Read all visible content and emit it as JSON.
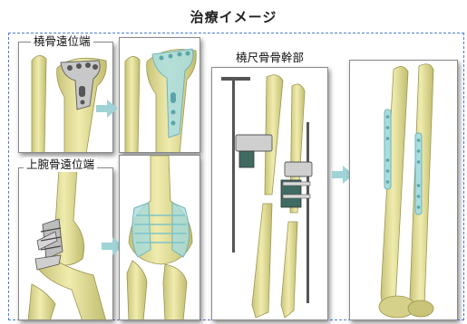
{
  "title": "治療イメージ",
  "sections": {
    "distal_radius": {
      "label": "橈骨遠位端"
    },
    "distal_humerus": {
      "label": "上腕骨遠位端"
    },
    "radius_ulna_shaft": {
      "label": "橈尺骨骨幹部"
    }
  },
  "colors": {
    "bone": "#e6e29a",
    "bone_shadow": "#b9b56a",
    "implant": "#a9dde0",
    "metal": "#b8b8b8",
    "arrow": "#9fd3d6",
    "frame_dash": "#4a7fd0"
  }
}
